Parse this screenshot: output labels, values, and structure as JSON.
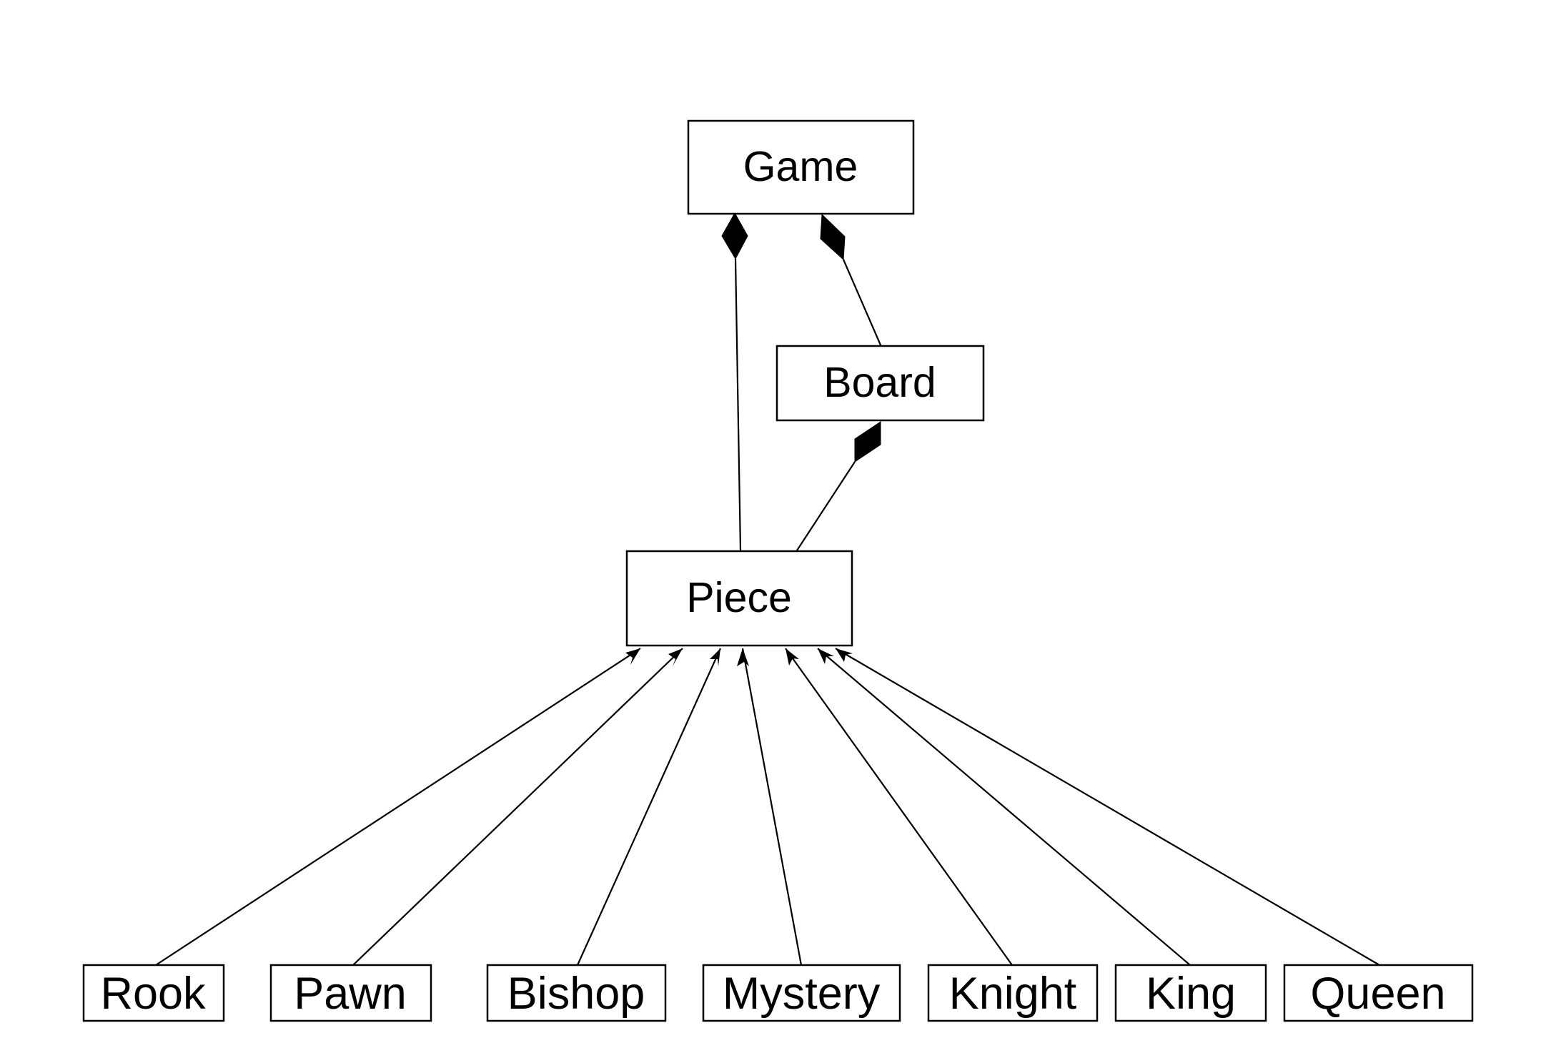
{
  "diagram": {
    "type": "uml-class-diagram",
    "classes": {
      "game": "Game",
      "board": "Board",
      "piece": "Piece",
      "rook": "Rook",
      "pawn": "Pawn",
      "bishop": "Bishop",
      "mystery": "Mystery",
      "knight": "Knight",
      "king": "King",
      "queen": "Queen"
    },
    "relationships": [
      {
        "from": "Piece",
        "to": "Game",
        "kind": "composition"
      },
      {
        "from": "Board",
        "to": "Game",
        "kind": "composition"
      },
      {
        "from": "Piece",
        "to": "Board",
        "kind": "composition"
      },
      {
        "from": "Rook",
        "to": "Piece",
        "kind": "generalization"
      },
      {
        "from": "Pawn",
        "to": "Piece",
        "kind": "generalization"
      },
      {
        "from": "Bishop",
        "to": "Piece",
        "kind": "generalization"
      },
      {
        "from": "Mystery",
        "to": "Piece",
        "kind": "generalization"
      },
      {
        "from": "Knight",
        "to": "Piece",
        "kind": "generalization"
      },
      {
        "from": "King",
        "to": "Piece",
        "kind": "generalization"
      },
      {
        "from": "Queen",
        "to": "Piece",
        "kind": "generalization"
      }
    ],
    "colors": {
      "line": "#000000",
      "background": "#ffffff"
    }
  }
}
